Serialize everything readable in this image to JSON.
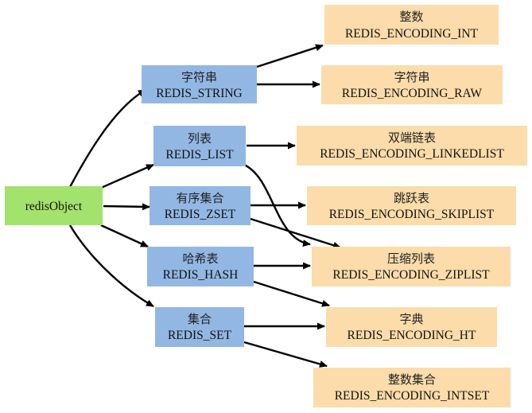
{
  "colors": {
    "root_fill": "#a3e26c",
    "type_fill": "#92b7e3",
    "encoding_fill": "#fbdcaa",
    "edge": "#000000"
  },
  "root": {
    "label": "redisObject"
  },
  "types": [
    {
      "key": "string",
      "cn": "字符串",
      "en": "REDIS_STRING"
    },
    {
      "key": "list",
      "cn": "列表",
      "en": "REDIS_LIST"
    },
    {
      "key": "zset",
      "cn": "有序集合",
      "en": "REDIS_ZSET"
    },
    {
      "key": "hash",
      "cn": "哈希表",
      "en": "REDIS_HASH"
    },
    {
      "key": "set",
      "cn": "集合",
      "en": "REDIS_SET"
    }
  ],
  "encodings": [
    {
      "key": "int",
      "cn": "整数",
      "en": "REDIS_ENCODING_INT"
    },
    {
      "key": "raw",
      "cn": "字符串",
      "en": "REDIS_ENCODING_RAW"
    },
    {
      "key": "linkedlist",
      "cn": "双端链表",
      "en": "REDIS_ENCODING_LINKEDLIST"
    },
    {
      "key": "skiplist",
      "cn": "跳跃表",
      "en": "REDIS_ENCODING_SKIPLIST"
    },
    {
      "key": "ziplist",
      "cn": "压缩列表",
      "en": "REDIS_ENCODING_ZIPLIST"
    },
    {
      "key": "ht",
      "cn": "字典",
      "en": "REDIS_ENCODING_HT"
    },
    {
      "key": "intset",
      "cn": "整数集合",
      "en": "REDIS_ENCODING_INTSET"
    }
  ],
  "edges": [
    [
      "root",
      "string"
    ],
    [
      "root",
      "list"
    ],
    [
      "root",
      "zset"
    ],
    [
      "root",
      "hash"
    ],
    [
      "root",
      "set"
    ],
    [
      "string",
      "int"
    ],
    [
      "string",
      "raw"
    ],
    [
      "list",
      "linkedlist"
    ],
    [
      "list",
      "ziplist"
    ],
    [
      "zset",
      "skiplist"
    ],
    [
      "zset",
      "ziplist"
    ],
    [
      "hash",
      "ziplist"
    ],
    [
      "hash",
      "ht"
    ],
    [
      "set",
      "ht"
    ],
    [
      "set",
      "intset"
    ]
  ]
}
